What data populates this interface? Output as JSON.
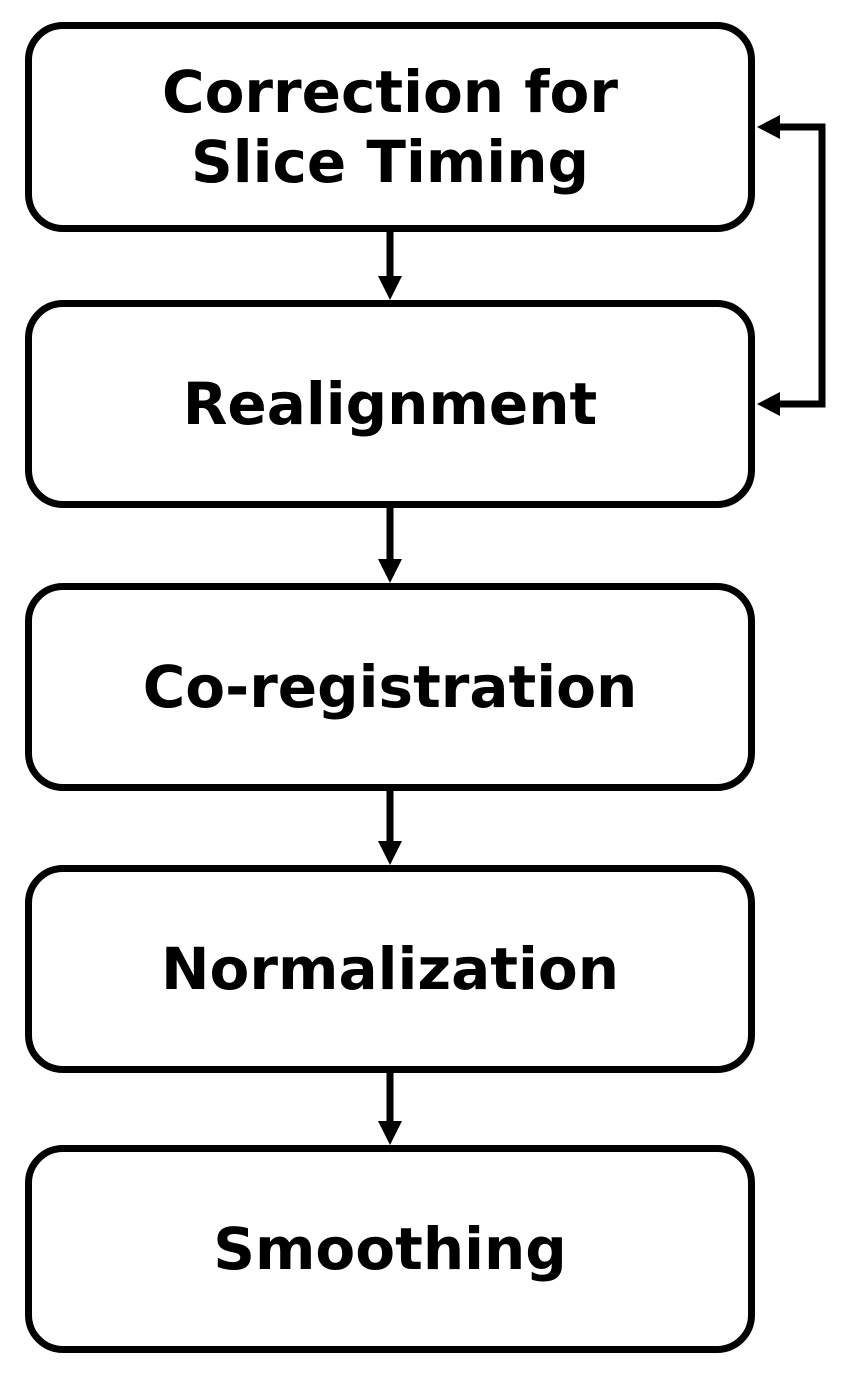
{
  "diagram": {
    "steps": [
      {
        "line1": "Correction for",
        "line2": "Slice Timing"
      },
      {
        "label": "Realignment"
      },
      {
        "label": "Co-registration"
      },
      {
        "label": "Normalization"
      },
      {
        "label": "Smoothing"
      }
    ],
    "colors": {
      "stroke": "#000000",
      "fill": "#ffffff",
      "text": "#000000"
    }
  }
}
